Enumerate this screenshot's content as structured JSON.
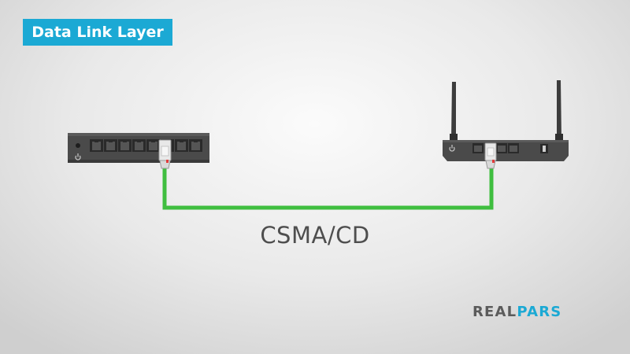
{
  "header": {
    "badge_label": "Data Link Layer"
  },
  "diagram": {
    "protocol_label": "CSMA/CD",
    "left_device": {
      "type": "network-switch",
      "port_count": 8,
      "connected_port": 6
    },
    "right_device": {
      "type": "wireless-router",
      "port_count": 4,
      "connected_port": 2,
      "antennas": 2
    },
    "cable": {
      "color": "#3fbe3f"
    }
  },
  "brand": {
    "logo_part1": "REAL",
    "logo_part2": "PARS"
  },
  "colors": {
    "accent": "#1ba9d4",
    "device_body": "#4a4a4a",
    "cable": "#3fbe3f"
  }
}
